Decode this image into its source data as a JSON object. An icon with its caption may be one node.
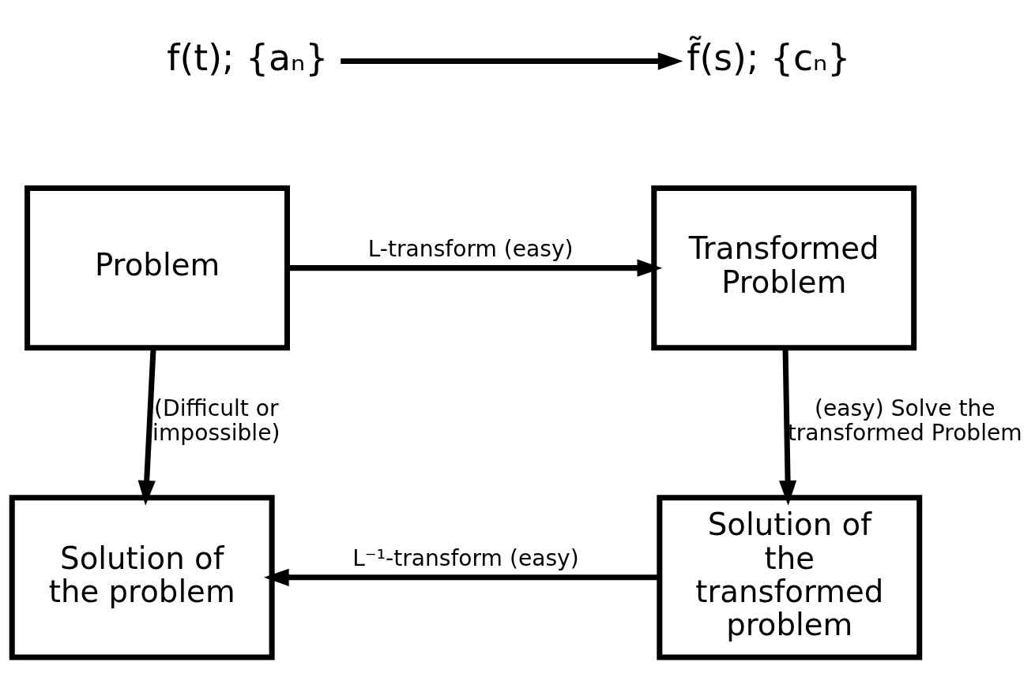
{
  "diagram": {
    "nodes": [
      {
        "text": [
          "f(t); {aₙ}"
        ]
      },
      {
        "text": [
          "f̃(s); {cₙ}"
        ]
      },
      {
        "text": [
          "Problem"
        ]
      },
      {
        "text": [
          "Transformed Problem"
        ]
      },
      {
        "text": [
          "Solution of the problem"
        ]
      },
      {
        "text": [
          "Solution of the transformed problem"
        ]
      }
    ],
    "edges": [
      {
        "from": 0,
        "to": 1,
        "arrow": "to"
      },
      {
        "from": 2,
        "to": 3,
        "arrow": "to",
        "label": "L-transform (easy)"
      },
      {
        "from": 2,
        "to": 4,
        "arrow": "to",
        "label": "(Difficult or impossible)"
      },
      {
        "from": 3,
        "to": 5,
        "arrow": "to",
        "label": "(easy) Solve the transformed Problem"
      },
      {
        "from": 5,
        "to": 4,
        "arrow": "to",
        "label": "L⁻¹-transform (easy)"
      }
    ]
  }
}
